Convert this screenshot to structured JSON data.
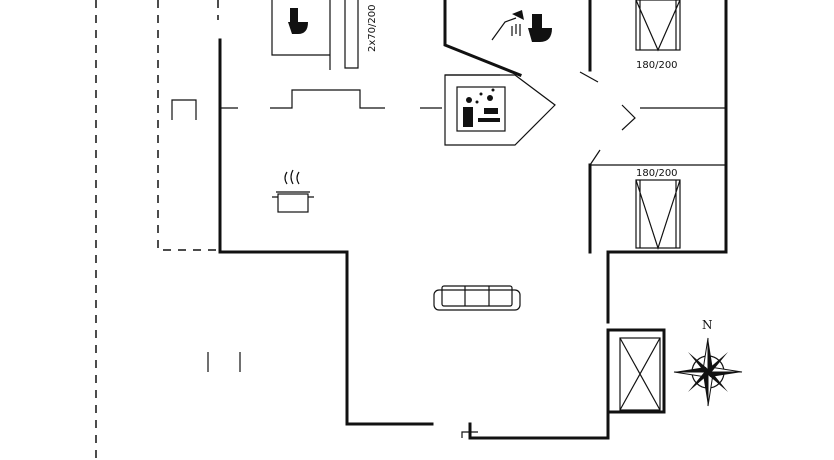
{
  "labels": {
    "bed_top": "180/200",
    "bed_bottom": "180/200",
    "bunk": "2x70/200"
  },
  "compass": {
    "north": "N"
  },
  "icons": [
    "toilet-icon",
    "shower-toilet-icon",
    "sauna-icon",
    "cooking-pot-icon",
    "sofa-icon",
    "compass-rose-icon",
    "bed-icon"
  ]
}
